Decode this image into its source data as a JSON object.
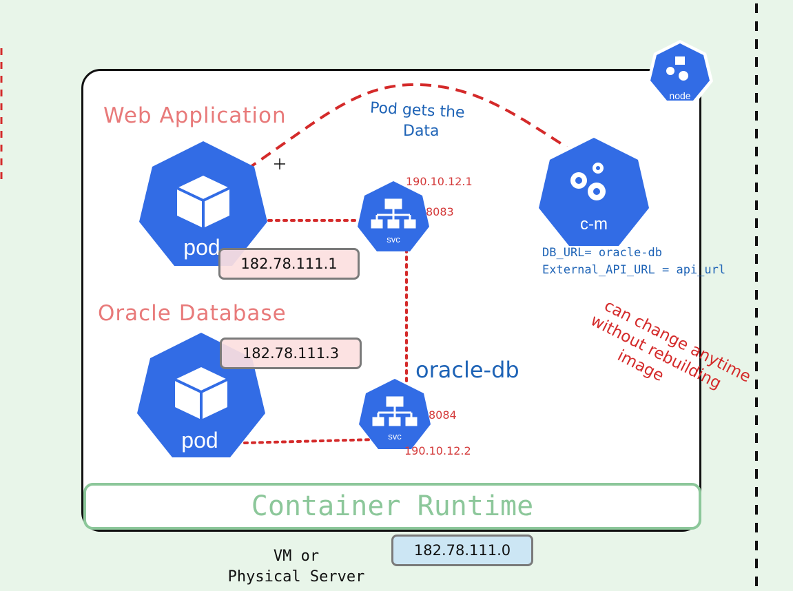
{
  "labels": {
    "web_application": "Web Application",
    "oracle_database": "Oracle Database",
    "pod_gets_data_line1": "Pod gets the",
    "pod_gets_data_line2": "Data",
    "oracle_db_service": "oracle-db",
    "container_runtime": "Container Runtime",
    "vm_line1": "VM or",
    "vm_line2": "Physical Server"
  },
  "icons": {
    "pod_web": "pod",
    "pod_db": "pod",
    "svc_top": "svc",
    "svc_bottom": "svc",
    "configmap": "c-m",
    "node": "node"
  },
  "ips": {
    "web_pod": "182.78.111.1",
    "db_pod": "182.78.111.3",
    "node": "182.78.111.0",
    "svc_top_ip": "190.10.12.1",
    "svc_top_port": "8083",
    "svc_bottom_ip": "190.10.12.2",
    "svc_bottom_port": "8084"
  },
  "configmap": {
    "line1": "DB_URL= oracle-db",
    "line2": "External_API_URL = api_url"
  },
  "note": {
    "line1": "can change anytime",
    "line2": "without rebuilding",
    "line3": "image"
  },
  "colors": {
    "k8s_blue": "#326ce5",
    "annotation_red": "#d42a2a",
    "label_pink": "#e87a7a",
    "runtime_green": "#8cc79a",
    "background": "#e8f5e9"
  }
}
